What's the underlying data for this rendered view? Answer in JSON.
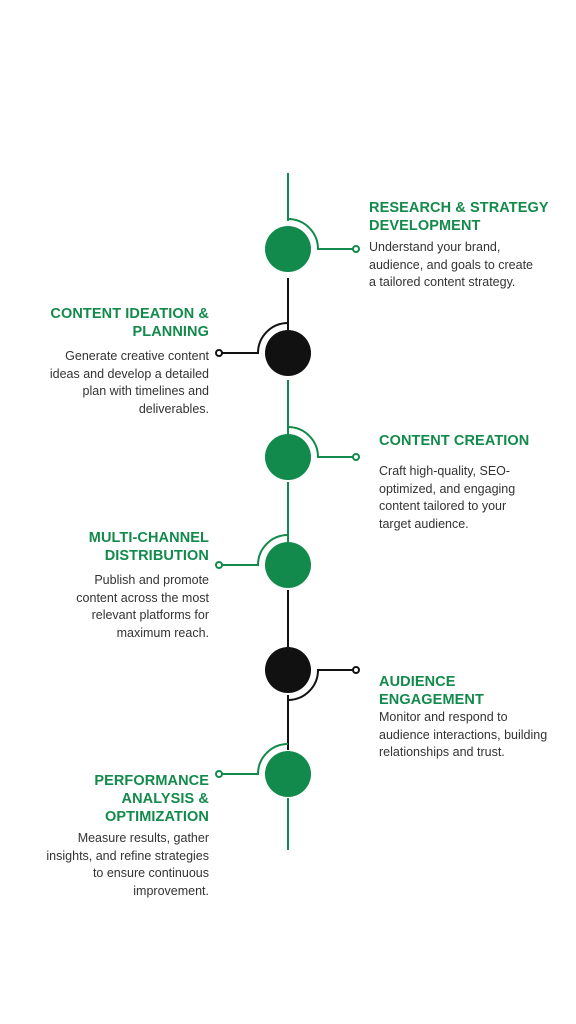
{
  "colors": {
    "green": "#128a4b",
    "black": "#111111",
    "text": "#333333"
  },
  "steps": [
    {
      "title_lines": [
        "RESEARCH & STRATEGY",
        "DEVELOPMENT"
      ],
      "desc_lines": [
        "Understand your brand,",
        "audience, and goals to create",
        "a tailored content strategy."
      ],
      "side": "right",
      "node_color": "green"
    },
    {
      "title_lines": [
        "CONTENT IDEATION &",
        "PLANNING"
      ],
      "desc_lines": [
        "Generate creative content",
        "ideas and develop a detailed",
        "plan with timelines and",
        "deliverables."
      ],
      "side": "left",
      "node_color": "black"
    },
    {
      "title_lines": [
        "CONTENT CREATION"
      ],
      "desc_lines": [
        "Craft high-quality, SEO-",
        "optimized, and engaging",
        "content tailored to your",
        "target audience."
      ],
      "side": "right",
      "node_color": "green"
    },
    {
      "title_lines": [
        "MULTI-CHANNEL",
        "DISTRIBUTION"
      ],
      "desc_lines": [
        "Publish and promote",
        "content across the most",
        "relevant platforms for",
        "maximum reach."
      ],
      "side": "left",
      "node_color": "green"
    },
    {
      "title_lines": [
        "AUDIENCE",
        "ENGAGEMENT"
      ],
      "desc_lines": [
        "Monitor and respond to",
        "audience interactions, building",
        "relationships and trust."
      ],
      "side": "right",
      "node_color": "black"
    },
    {
      "title_lines": [
        "PERFORMANCE",
        "ANALYSIS &",
        "OPTIMIZATION"
      ],
      "desc_lines": [
        "Measure results, gather",
        "insights, and refine strategies",
        "to ensure continuous",
        "improvement."
      ],
      "side": "left",
      "node_color": "green"
    }
  ]
}
